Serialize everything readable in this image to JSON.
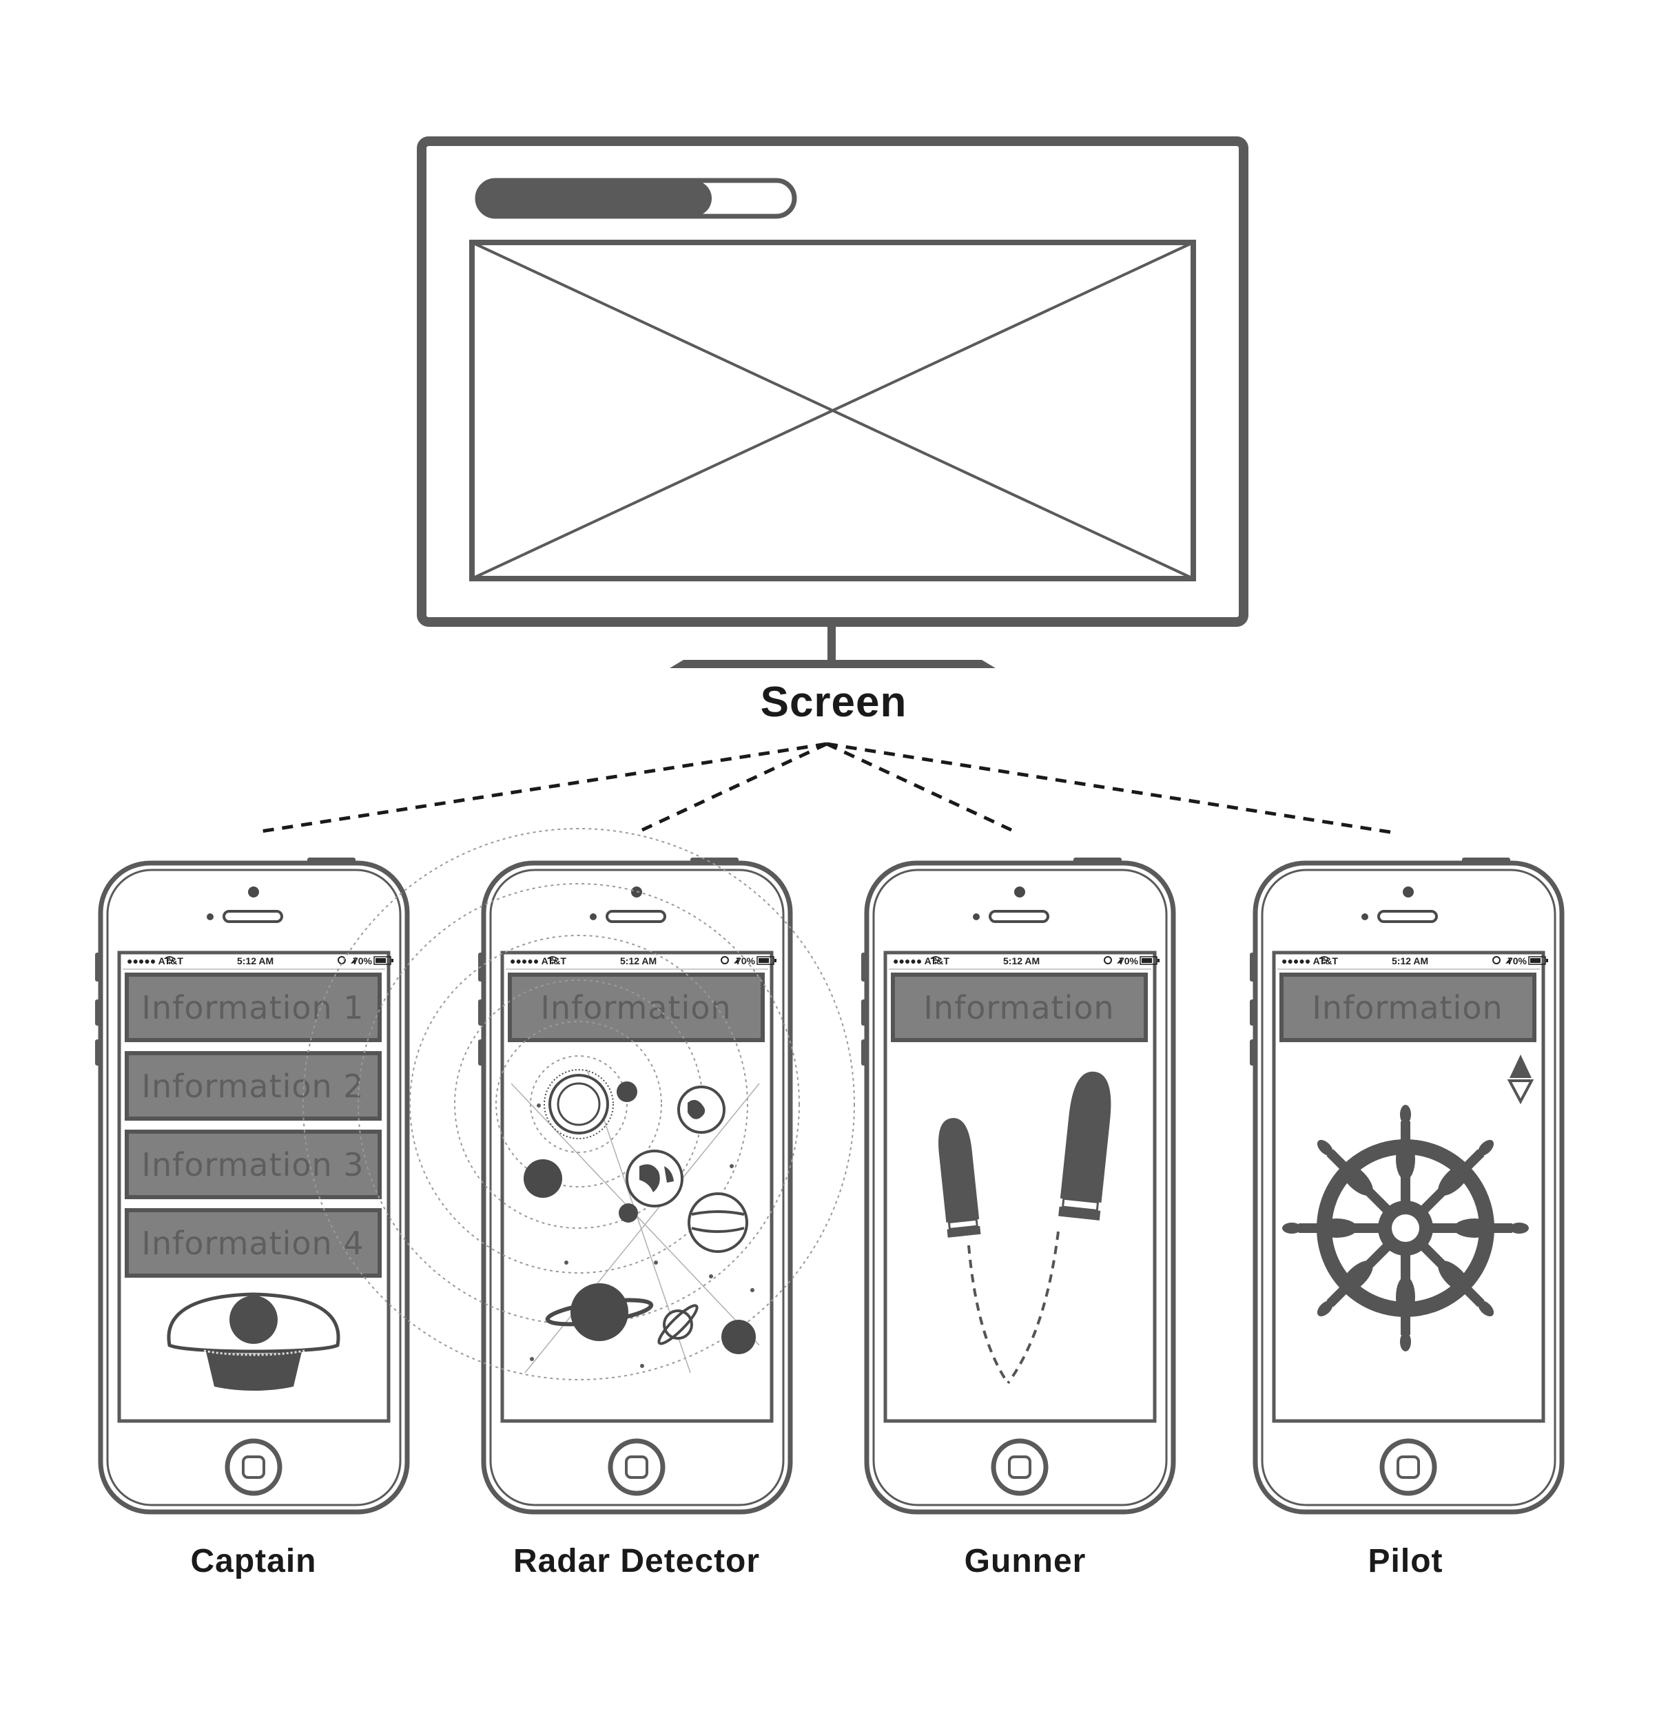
{
  "screen": {
    "label": "Screen",
    "progress_fraction": 0.74
  },
  "status_bar": {
    "carrier": "●●●●● AT&T",
    "time": "5:12 AM",
    "battery": "70%"
  },
  "colors": {
    "stroke": "#5a5a5a",
    "fill_dark": "#555555",
    "info_fill": "#808080",
    "text": "#1a1a1a"
  },
  "phones": [
    {
      "role": "Captain",
      "info_items": [
        "Information 1",
        "Information 2",
        "Information 3",
        "Information 4"
      ],
      "illustration": "captain-hat-icon"
    },
    {
      "role": "Radar Detector",
      "info_items": [
        "Information"
      ],
      "illustration": "solar-system-illustration"
    },
    {
      "role": "Gunner",
      "info_items": [
        "Information"
      ],
      "illustration": "bullets-icon"
    },
    {
      "role": "Pilot",
      "info_items": [
        "Information"
      ],
      "illustration": "ship-wheel-icon"
    }
  ]
}
